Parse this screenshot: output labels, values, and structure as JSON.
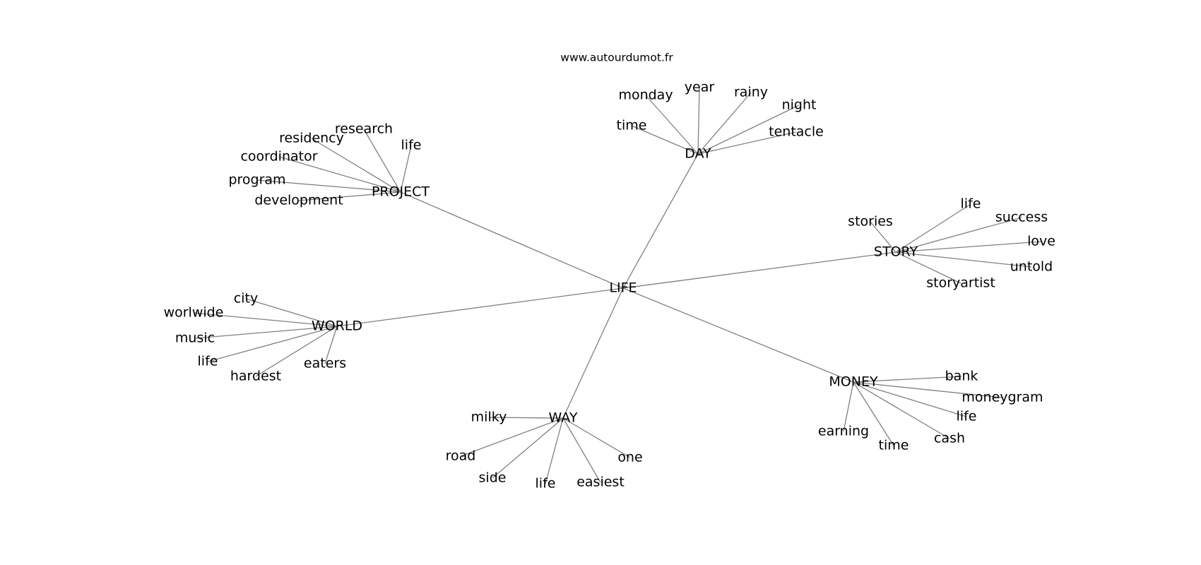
{
  "source": "www.autourdumot.fr",
  "root": "LIFE",
  "clusters": [
    {
      "hub": "PROJECT",
      "leaves": [
        "research",
        "life",
        "residency",
        "coordinator",
        "program",
        "development"
      ]
    },
    {
      "hub": "DAY",
      "leaves": [
        "monday",
        "year",
        "rainy",
        "night",
        "time",
        "tentacle"
      ]
    },
    {
      "hub": "STORY",
      "leaves": [
        "stories",
        "life",
        "success",
        "love",
        "untold",
        "storyartist"
      ]
    },
    {
      "hub": "WORLD",
      "leaves": [
        "city",
        "worlwide",
        "music",
        "life",
        "hardest",
        "eaters"
      ]
    },
    {
      "hub": "MONEY",
      "leaves": [
        "bank",
        "moneygram",
        "life",
        "cash",
        "time",
        "earning"
      ]
    },
    {
      "hub": "WAY",
      "leaves": [
        "milky",
        "road",
        "side",
        "life",
        "easiest",
        "one"
      ]
    }
  ]
}
